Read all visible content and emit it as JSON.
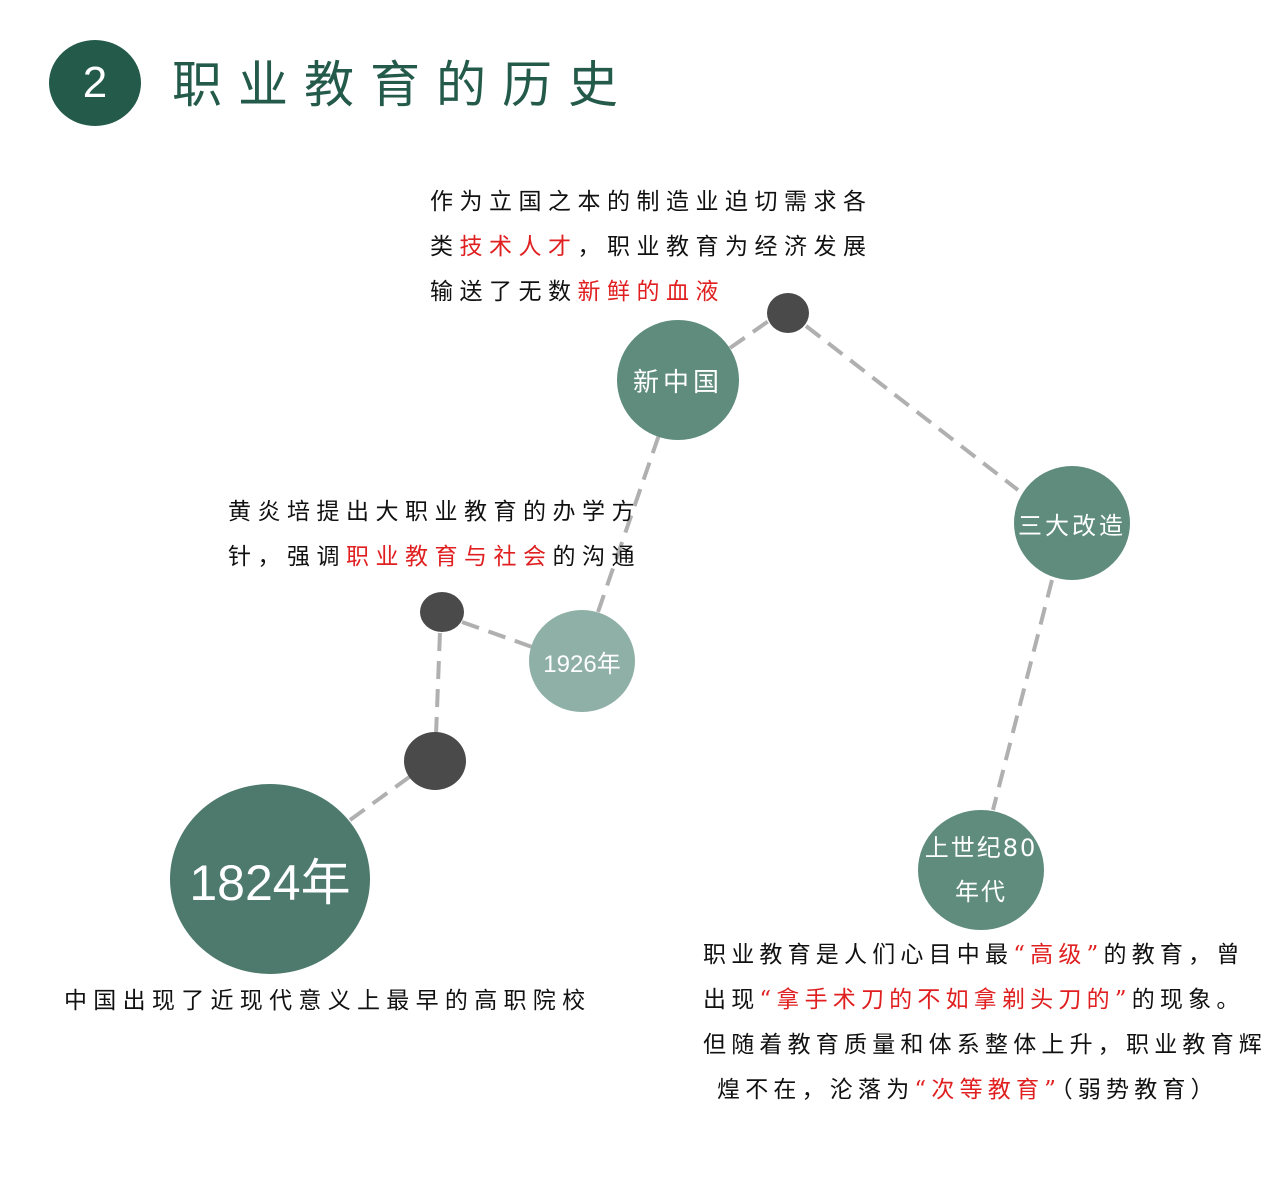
{
  "header": {
    "number": "2",
    "title": "职业教育的历史"
  },
  "nodes": {
    "n1824": "1824年",
    "n1926": "1926年",
    "new_china": "新中国",
    "three_reforms": "三大改造",
    "eighties_line1": "上世纪80",
    "eighties_line2": "年代"
  },
  "notes": {
    "new_china": {
      "line1": "作为立国之本的制造业迫切需求各",
      "line2_a": "类",
      "line2_hl": "技术人才",
      "line2_b": "，职业教育为经济发展",
      "line3_a": "输送了无数",
      "line3_hl": "新鲜的血液"
    },
    "n1926": {
      "line1": "黄炎培提出大职业教育的办学方",
      "line2_a": "针，强调",
      "line2_hl": "职业教育与社会",
      "line2_b": "的沟通"
    },
    "n1824": {
      "line1": "中国出现了近现代意义上最早的高职院校"
    },
    "eighties": {
      "line1_a": "职业教育是人们心目中最",
      "line1_hl": "“高级”",
      "line1_b": "的教育，曾",
      "line2_a": "出现",
      "line2_hl": "“拿手术刀的不如拿剃头刀的”",
      "line2_b": "的现象。",
      "line3": "但随着教育质量和体系整体上升，职业教育辉",
      "line4_a": "煌不在，沦落为",
      "line4_hl": "“次等教育”",
      "line4_b": "（弱势教育）"
    }
  },
  "colors": {
    "dark_green": "#235a4a",
    "mid_green": "#4d7a6c",
    "node_green": "#5f8c7d",
    "light_green": "#8fb0a6",
    "dot_gray": "#4a4a4a",
    "highlight_red": "#e02020",
    "connector_gray": "#b0b0b0"
  }
}
